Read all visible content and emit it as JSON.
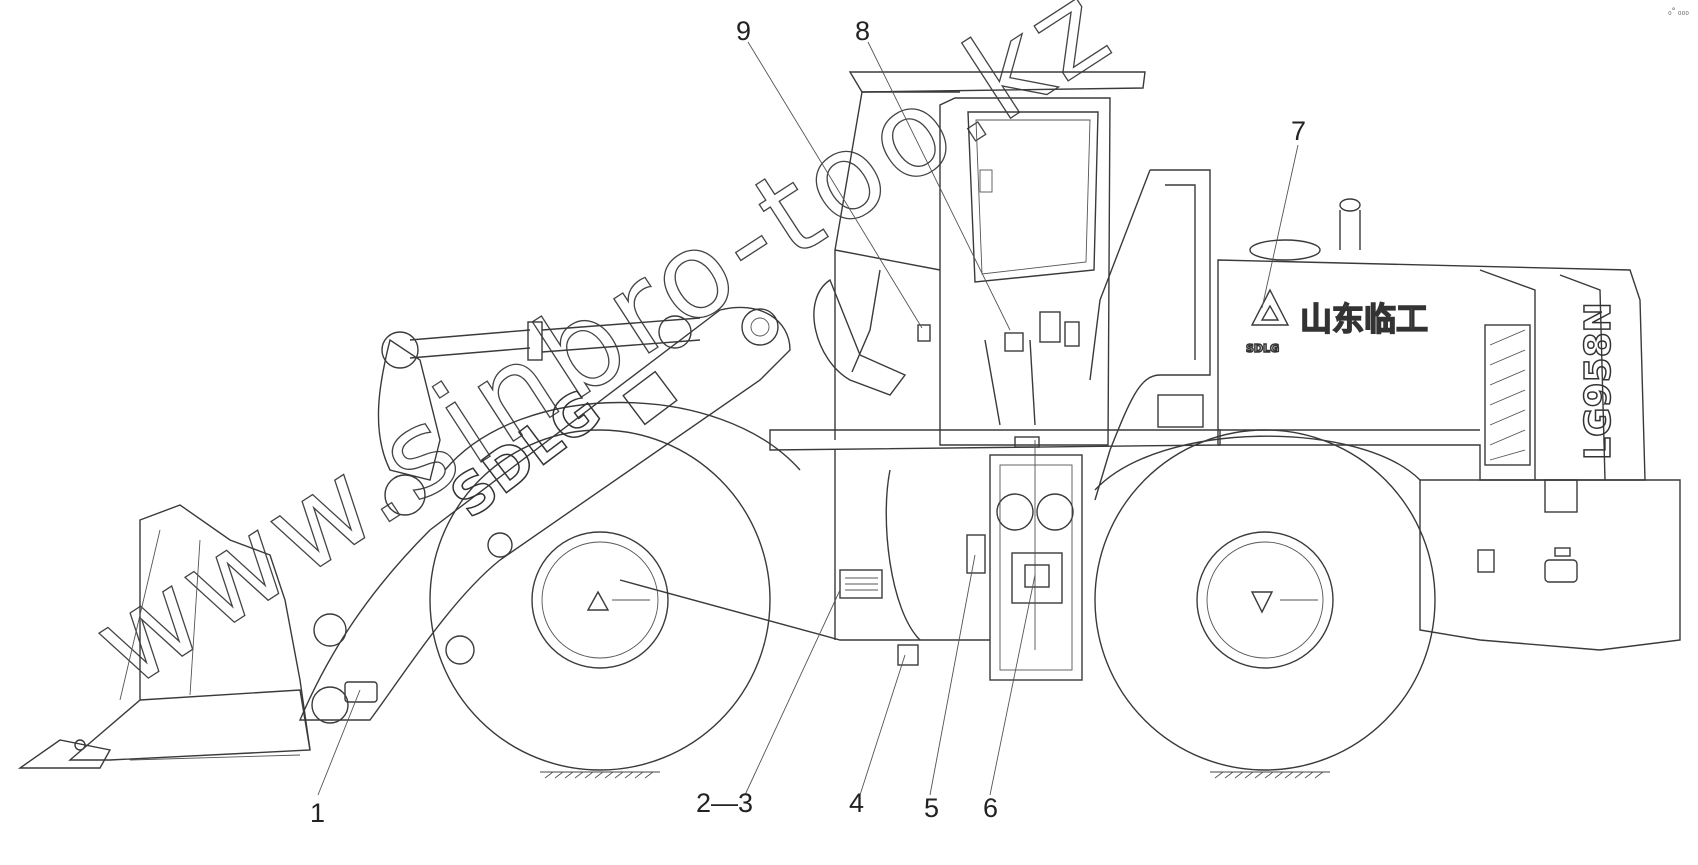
{
  "callouts": [
    {
      "id": "c1",
      "label": "1"
    },
    {
      "id": "c23",
      "label": "2—3"
    },
    {
      "id": "c4",
      "label": "4"
    },
    {
      "id": "c5",
      "label": "5"
    },
    {
      "id": "c6",
      "label": "6"
    },
    {
      "id": "c7",
      "label": "7"
    },
    {
      "id": "c8",
      "label": "8"
    },
    {
      "id": "c9",
      "label": "9"
    }
  ],
  "body_text": {
    "brand_boom": "SDLG",
    "brand_emblem": "SDLG",
    "brand_chinese": "山东临工",
    "model": "LG958N"
  },
  "watermark": "www.sinbro-too.kz",
  "corner_mark": "₀° ₀₀₀"
}
